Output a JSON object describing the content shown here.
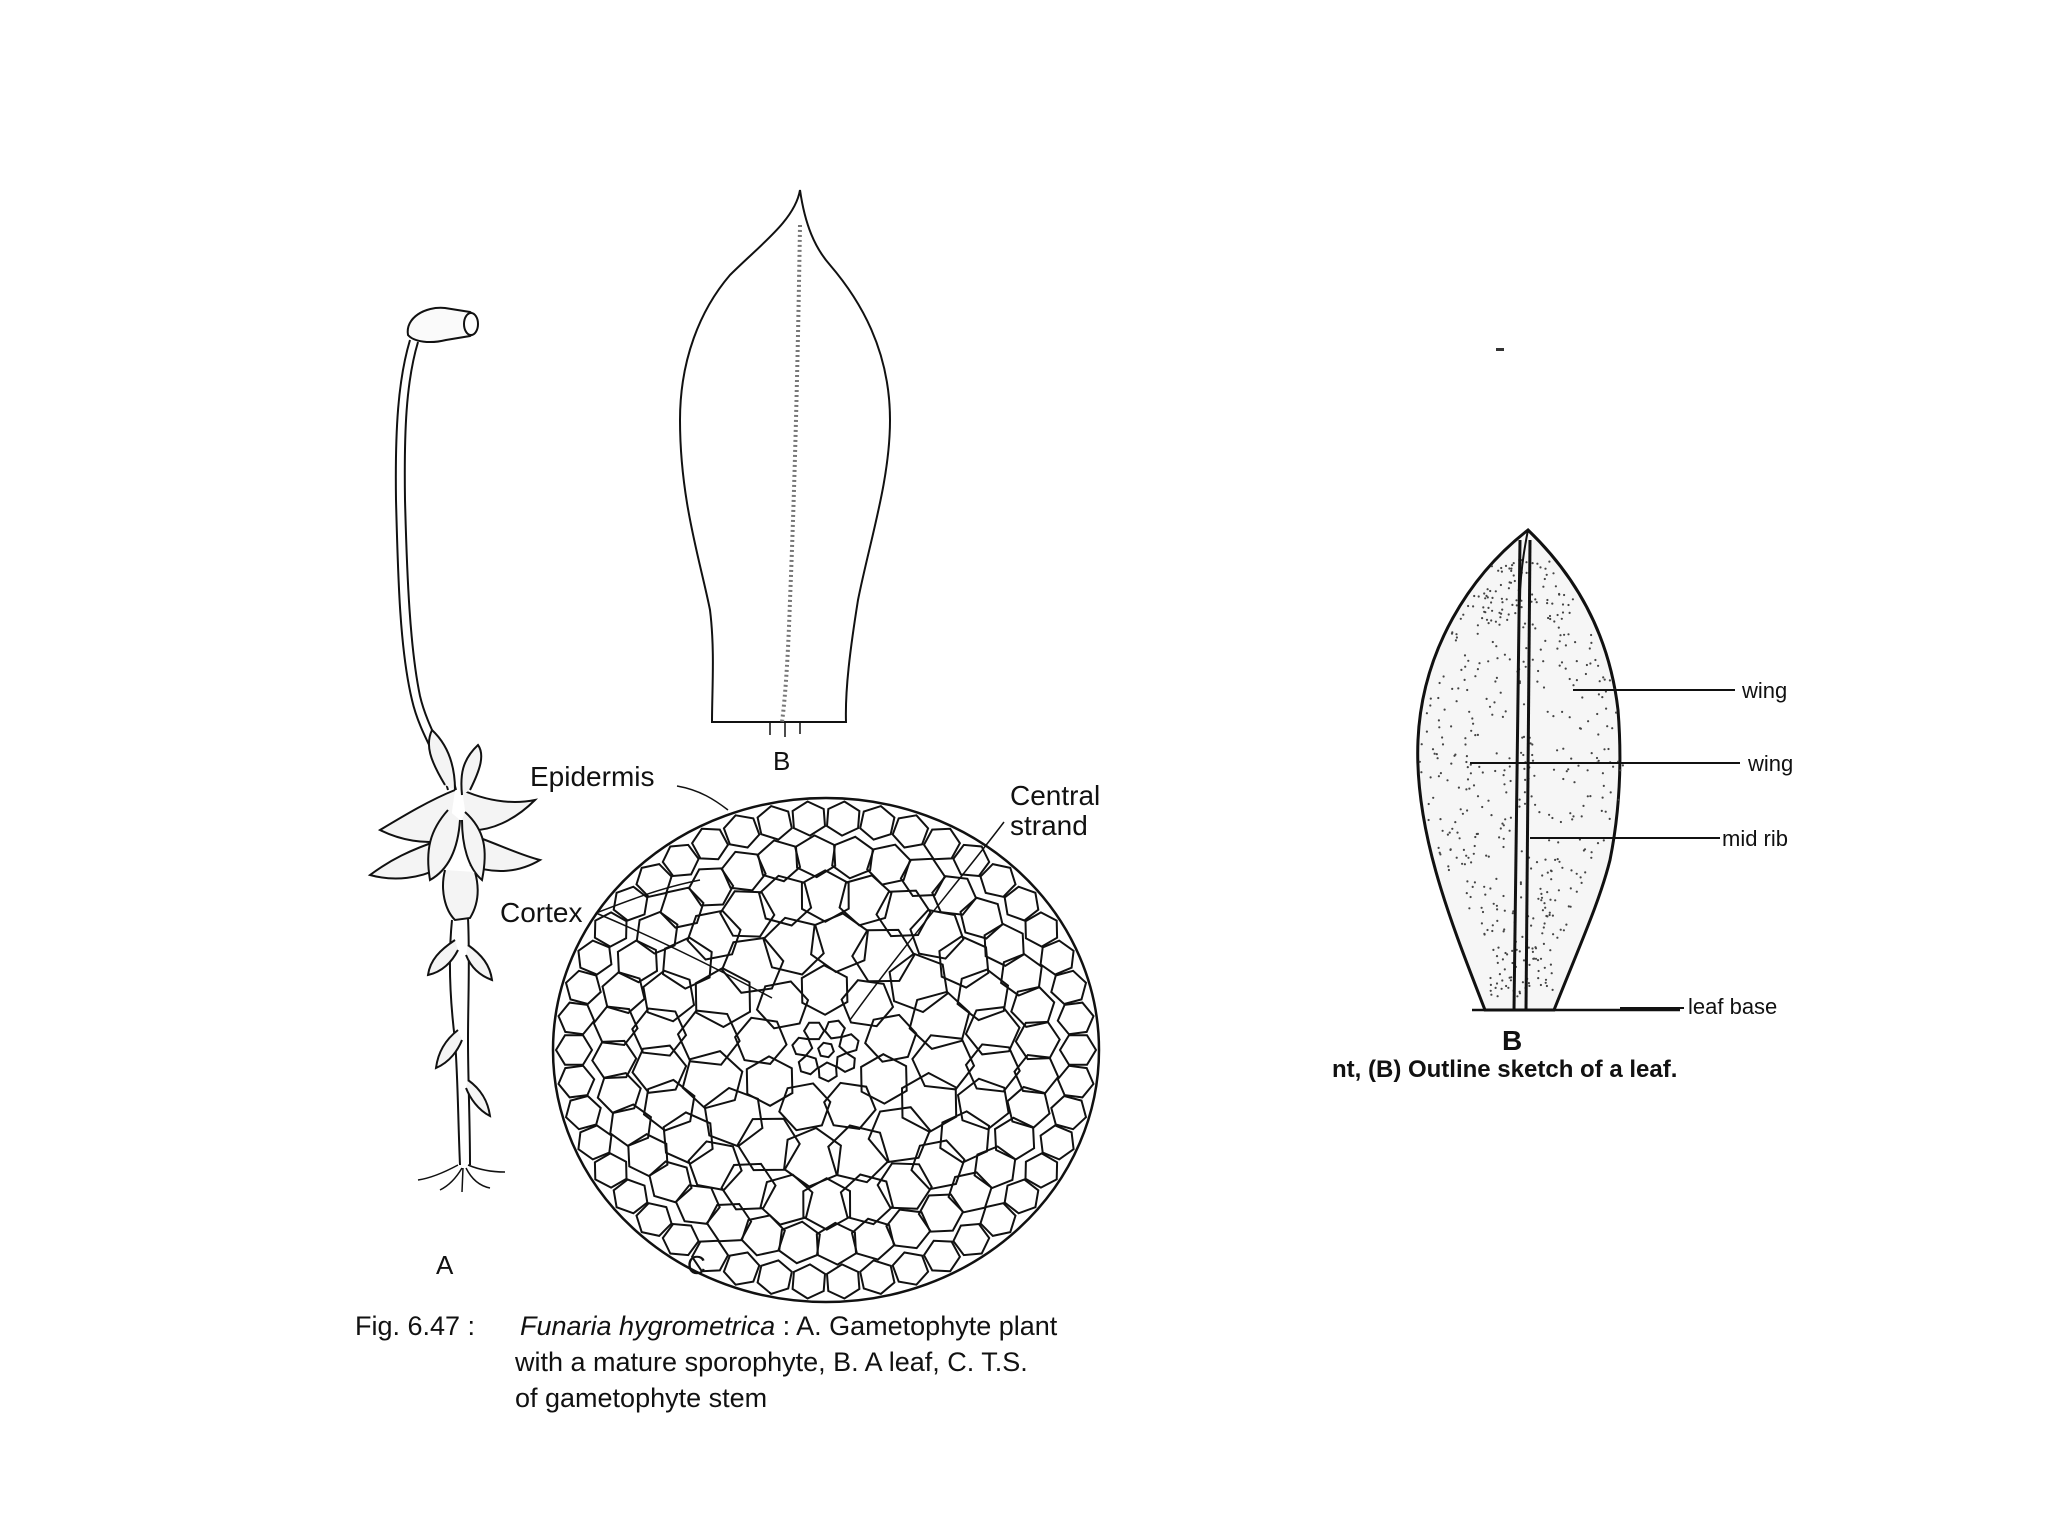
{
  "left_figure": {
    "labels": {
      "fig_a": "A",
      "fig_b": "B",
      "fig_c": "C",
      "epidermis": "Epidermis",
      "central_strand_line1": "Central",
      "central_strand_line2": "strand",
      "cortex": "Cortex"
    },
    "caption": {
      "number": "Fig. 6.47 :",
      "species": "Funaria hygrometrica",
      "line1_rest": " : A. Gametophyte plant",
      "line2": "with a mature sporophyte,  B. A leaf, C. T.S.",
      "line3": "of gametophyte stem"
    }
  },
  "right_figure": {
    "labels": {
      "wing_upper": "wing",
      "wing_lower": "wing",
      "mid_rib": "mid rib",
      "leaf_base": "leaf base",
      "fig_b": "B"
    },
    "caption": "nt, (B) Outline sketch of a leaf."
  },
  "colors": {
    "ink": "#111111",
    "leaf_fill": "#f4f4f4",
    "background": "#ffffff"
  }
}
